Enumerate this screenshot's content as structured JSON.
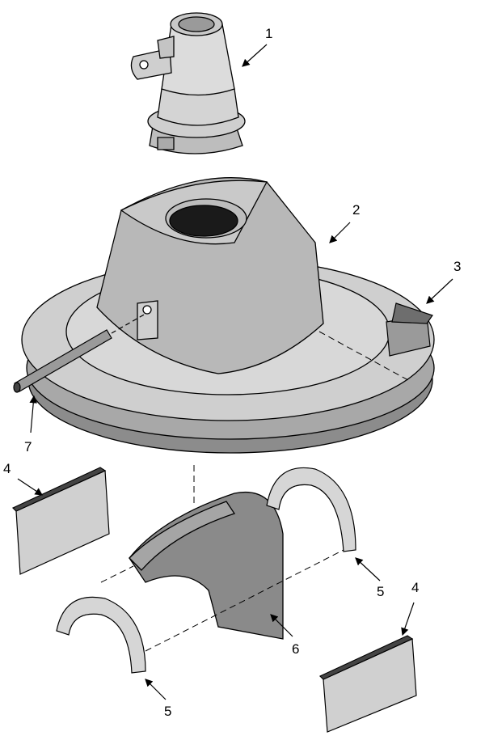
{
  "callouts": [
    {
      "id": "part-1",
      "text": "1"
    },
    {
      "id": "part-2",
      "text": "2"
    },
    {
      "id": "part-3",
      "text": "3"
    },
    {
      "id": "part-7",
      "text": "7"
    },
    {
      "id": "part-4-top",
      "text": "4"
    },
    {
      "id": "part-5-right",
      "text": "5"
    },
    {
      "id": "part-4-bottom",
      "text": "4"
    },
    {
      "id": "part-6",
      "text": "6"
    },
    {
      "id": "part-5-bottom",
      "text": "5"
    }
  ],
  "colors": {
    "light": "#d8d8d8",
    "mid": "#b0b0b0",
    "dark": "#7a7a7a",
    "black": "#1a1a1a"
  }
}
